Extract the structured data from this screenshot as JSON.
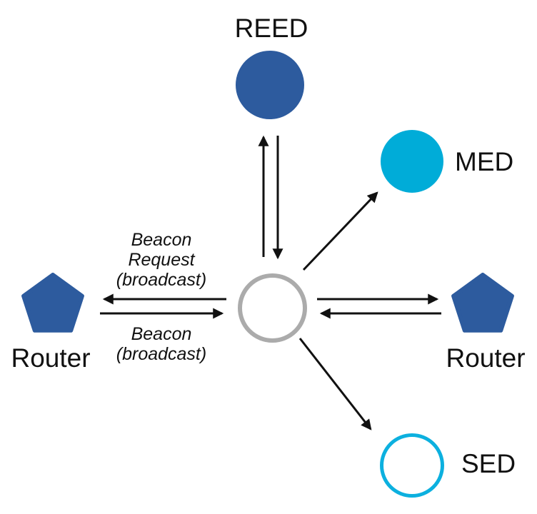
{
  "diagram": {
    "kind": "thread-network-joining-topology"
  },
  "colors": {
    "background": "#FFFFFF",
    "blue": "#2D5B9E",
    "cyan": "#00ACD8",
    "sed_ring": "#0CB0DF",
    "gray_ring": "#ABABAB",
    "arrow": "#111111",
    "text": "#111111"
  },
  "nodes": {
    "reed": {
      "label": "REED",
      "shape": "circle",
      "fill": "blue"
    },
    "med": {
      "label": "MED",
      "shape": "circle",
      "fill": "cyan"
    },
    "router_left": {
      "label": "Router",
      "shape": "pentagon",
      "fill": "blue"
    },
    "router_right": {
      "label": "Router",
      "shape": "pentagon",
      "fill": "blue"
    },
    "sed": {
      "label": "SED",
      "shape": "circle-outline",
      "ring": "cyan"
    },
    "center": {
      "label": "",
      "shape": "circle-outline",
      "ring": "gray"
    }
  },
  "messages": {
    "beacon_request": {
      "lines": [
        "Beacon",
        "Request",
        "(broadcast)"
      ]
    },
    "beacon": {
      "lines": [
        "Beacon",
        "(broadcast)"
      ]
    }
  },
  "edges": [
    {
      "from": "center",
      "to": "reed",
      "arrows": "bidirectional-pair"
    },
    {
      "from": "center",
      "to": "med",
      "arrows": "single-outward"
    },
    {
      "from": "center",
      "to": "router_left",
      "arrows": "bidirectional-pair",
      "label_out": "Beacon Request (broadcast)",
      "label_in": "Beacon (broadcast)"
    },
    {
      "from": "center",
      "to": "router_right",
      "arrows": "bidirectional-pair"
    },
    {
      "from": "center",
      "to": "sed",
      "arrows": "single-outward"
    }
  ]
}
